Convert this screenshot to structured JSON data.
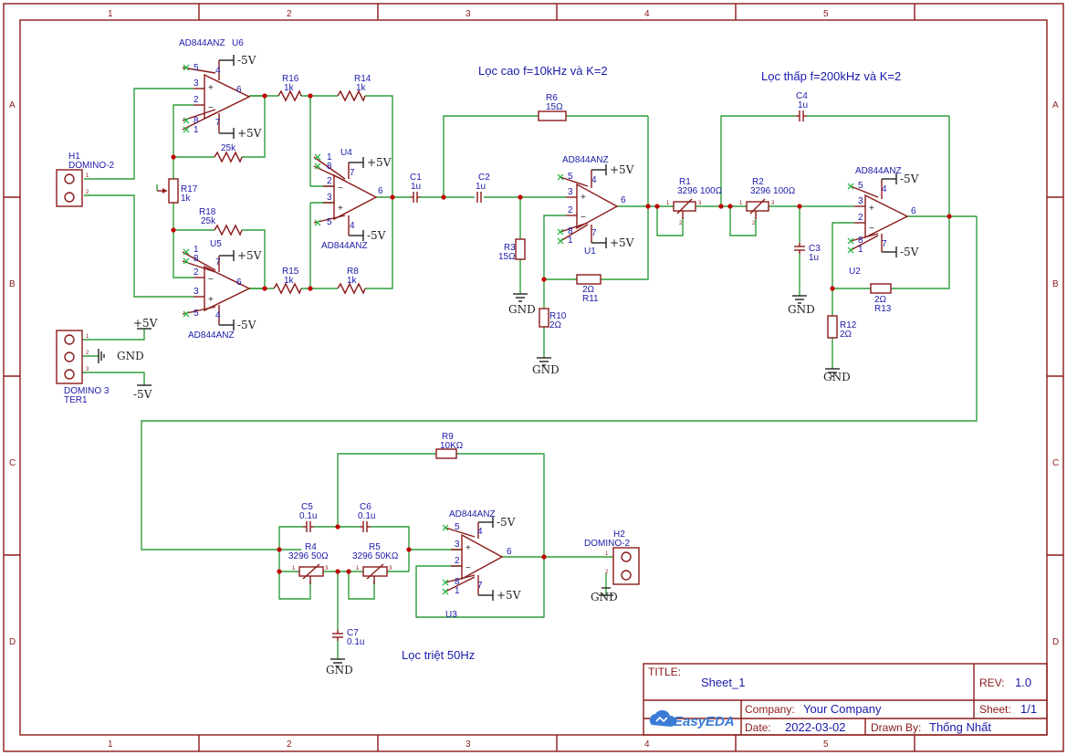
{
  "frame": {
    "col_labels": [
      "1",
      "2",
      "3",
      "4",
      "5"
    ],
    "row_labels": [
      "A",
      "B",
      "C",
      "D"
    ]
  },
  "titles": {
    "highpass": "Lọc cao f=10kHz và K=2",
    "lowpass": "Lọc thấp f=200kHz và K=2",
    "notch": "Lọc triệt 50Hz"
  },
  "power": {
    "pos": "+5V",
    "neg": "-5V",
    "gnd": "GND"
  },
  "connectors": {
    "h1": {
      "ref": "H1",
      "name": "DOMINO-2"
    },
    "ter1": {
      "ref": "TER1",
      "name": "DOMINO 3"
    },
    "h2": {
      "ref": "H2",
      "name": "DOMINO-2"
    }
  },
  "opamps": {
    "u6": {
      "ref": "U6",
      "part": "AD844ANZ"
    },
    "u5": {
      "ref": "U5",
      "part": "AD844ANZ"
    },
    "u4": {
      "ref": "U4",
      "part": "AD844ANZ"
    },
    "u1": {
      "ref": "U1",
      "part": "AD844ANZ"
    },
    "u2": {
      "ref": "U2",
      "part": "AD844ANZ"
    },
    "u3": {
      "ref": "U3",
      "part": "AD844ANZ"
    }
  },
  "components": {
    "r16": {
      "ref": "R16",
      "value": "1k"
    },
    "r14": {
      "ref": "R14",
      "value": "1k"
    },
    "r15": {
      "ref": "R15",
      "value": "1k"
    },
    "r8": {
      "ref": "R8",
      "value": "1k"
    },
    "r17": {
      "ref": "R17",
      "value": "1k"
    },
    "r18": {
      "ref": "R18",
      "value": "25k"
    },
    "r25k": {
      "ref": "",
      "value": "25k"
    },
    "c1": {
      "ref": "C1",
      "value": "1u"
    },
    "c2": {
      "ref": "C2",
      "value": "1u"
    },
    "r6": {
      "ref": "R6",
      "value": "15Ω"
    },
    "r3": {
      "ref": "R3",
      "value": "15Ω"
    },
    "r11": {
      "ref": "R11",
      "value": "2Ω"
    },
    "r10": {
      "ref": "R10",
      "value": "2Ω"
    },
    "r1": {
      "ref": "R1",
      "value": "3296 100Ω"
    },
    "r2": {
      "ref": "R2",
      "value": "3296 100Ω"
    },
    "c4": {
      "ref": "C4",
      "value": "1u"
    },
    "c3": {
      "ref": "C3",
      "value": "1u"
    },
    "r13": {
      "ref": "R13",
      "value": "2Ω"
    },
    "r12": {
      "ref": "R12",
      "value": "2Ω"
    },
    "r9": {
      "ref": "R9",
      "value": "10KΩ"
    },
    "c5": {
      "ref": "C5",
      "value": "0.1u"
    },
    "c6": {
      "ref": "C6",
      "value": "0.1u"
    },
    "r4": {
      "ref": "R4",
      "value": "3296 50Ω"
    },
    "r5": {
      "ref": "R5",
      "value": "3296 50KΩ"
    },
    "c7": {
      "ref": "C7",
      "value": "0.1u"
    }
  },
  "title_block": {
    "title_label": "TITLE:",
    "title": "Sheet_1",
    "rev_label": "REV:",
    "rev": "1.0",
    "company_label": "Company:",
    "company": "Your Company",
    "sheet_label": "Sheet:",
    "sheet": "1/1",
    "date_label": "Date:",
    "date": "2022-03-02",
    "drawn_label": "Drawn By:",
    "drawn_by": "Thống Nhất",
    "logo": "EasyEDA"
  }
}
